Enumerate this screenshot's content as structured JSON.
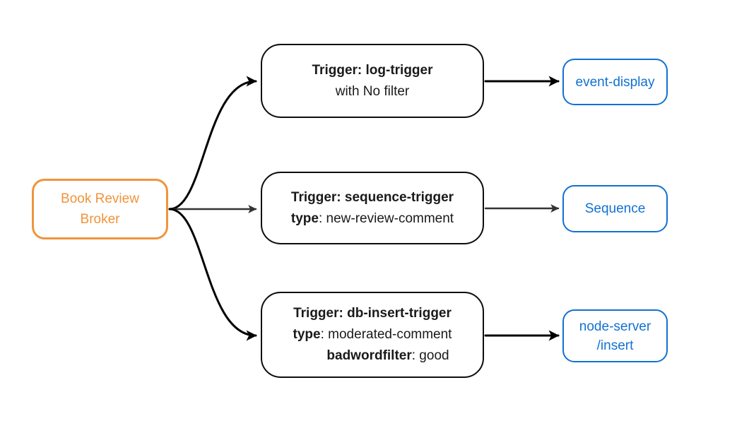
{
  "colors": {
    "background": "#ffffff",
    "orange": "#F0943C",
    "blue": "#1171D2",
    "node_black": "#0d0d0d",
    "edge_black": "#000000",
    "edge_gray": "#333333"
  },
  "broker": {
    "line1": "Book Review",
    "line2": "Broker"
  },
  "triggers": [
    {
      "title": "Trigger: log-trigger",
      "subtitle": "with No filter"
    },
    {
      "title": "Trigger: sequence-trigger",
      "attr1_key": "type",
      "attr1_val": ": new-review-comment"
    },
    {
      "title": "Trigger: db-insert-trigger",
      "attr1_key": "type",
      "attr1_val": ": moderated-comment",
      "attr2_key": "badwordfilter",
      "attr2_val": ": good"
    }
  ],
  "sinks": [
    {
      "label": "event-display"
    },
    {
      "label": "Sequence"
    },
    {
      "line1": "node-server",
      "line2": "/insert"
    }
  ]
}
